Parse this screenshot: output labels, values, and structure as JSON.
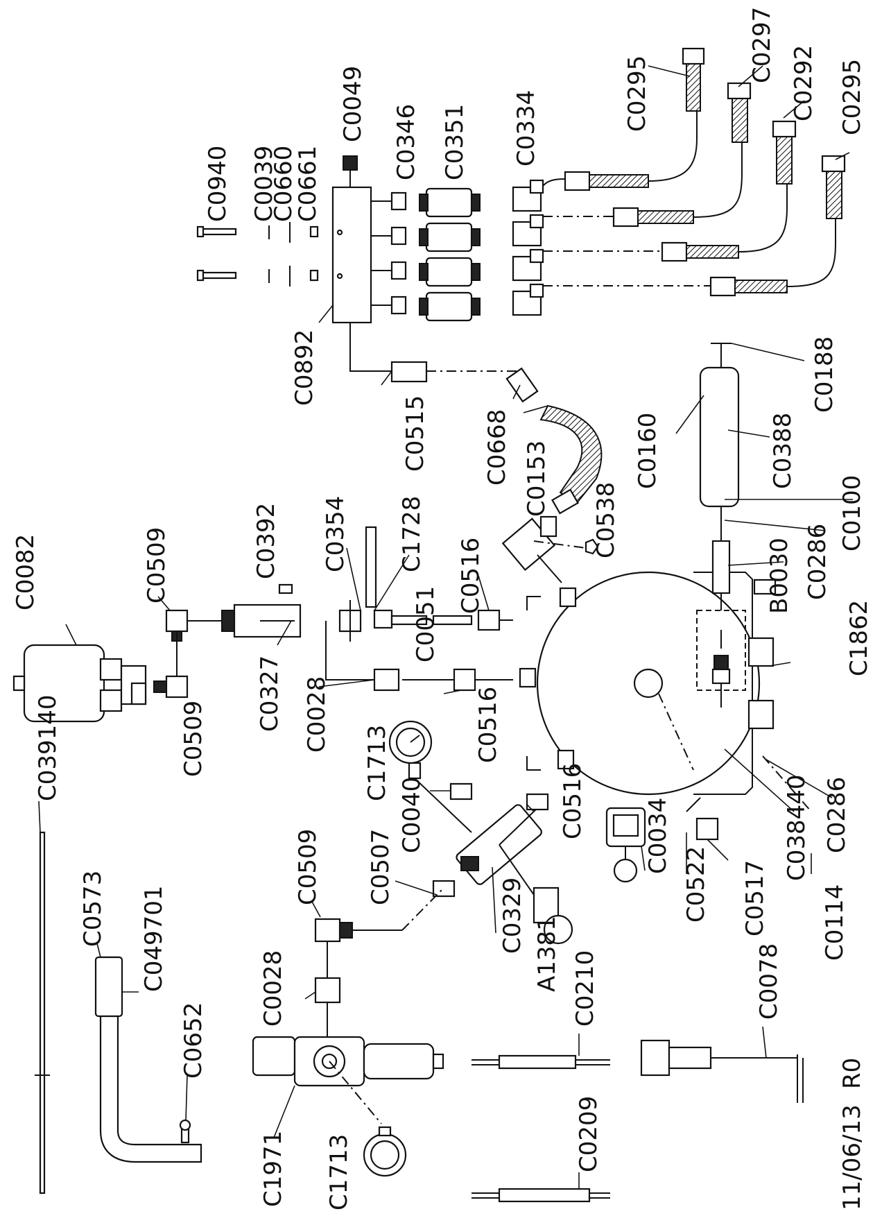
{
  "diagram": {
    "parts": {
      "c0082": "C0082",
      "c0509_top_a": "C0509",
      "c0509_top_b": "C0509",
      "c0392": "C0392",
      "c0327": "C0327",
      "c0028_top": "C0028",
      "c0354": "C0354",
      "c1728": "C1728",
      "c0051": "C0051",
      "c0516_a": "C0516",
      "c0516_b": "C0516",
      "c0516_c": "C0516",
      "c0538": "C0538",
      "c0153": "C0153",
      "c0668": "C0668",
      "c0515": "C0515",
      "c0892": "C0892",
      "c0940": "C0940",
      "c0039": "C0039",
      "c0660": "C0660",
      "c0661": "C0661",
      "c0049": "C0049",
      "c0346": "C0346",
      "c0351": "C0351",
      "c0334": "C0334",
      "c0295_a": "C0295",
      "c0297": "C0297",
      "c0292": "C0292",
      "c0295_b": "C0295",
      "c0188": "C0188",
      "c0388": "C0388",
      "c0160": "C0160",
      "c0100": "C0100",
      "c0286_a": "C0286",
      "b0030": "B0030",
      "c1862": "C1862",
      "c0286_b": "C0286",
      "c038440": "C038440",
      "c0114": "C0114",
      "c0517": "C0517",
      "c0522": "C0522",
      "c0034": "C0034",
      "c1713_top": "C1713",
      "c0040": "C0040",
      "c0507": "C0507",
      "c0329": "C0329",
      "a1381": "A1381",
      "c0509_bot": "C0509",
      "c0028_bot": "C0028",
      "c1971": "C1971",
      "c1713_bot": "C1713",
      "c0210": "C0210",
      "c0209": "C0209",
      "c0078": "C0078",
      "c039140": "C039140",
      "c0573": "C0573",
      "c049701": "C049701",
      "c0652": "C0652"
    },
    "revision": "R0",
    "date": "11/06/13"
  }
}
